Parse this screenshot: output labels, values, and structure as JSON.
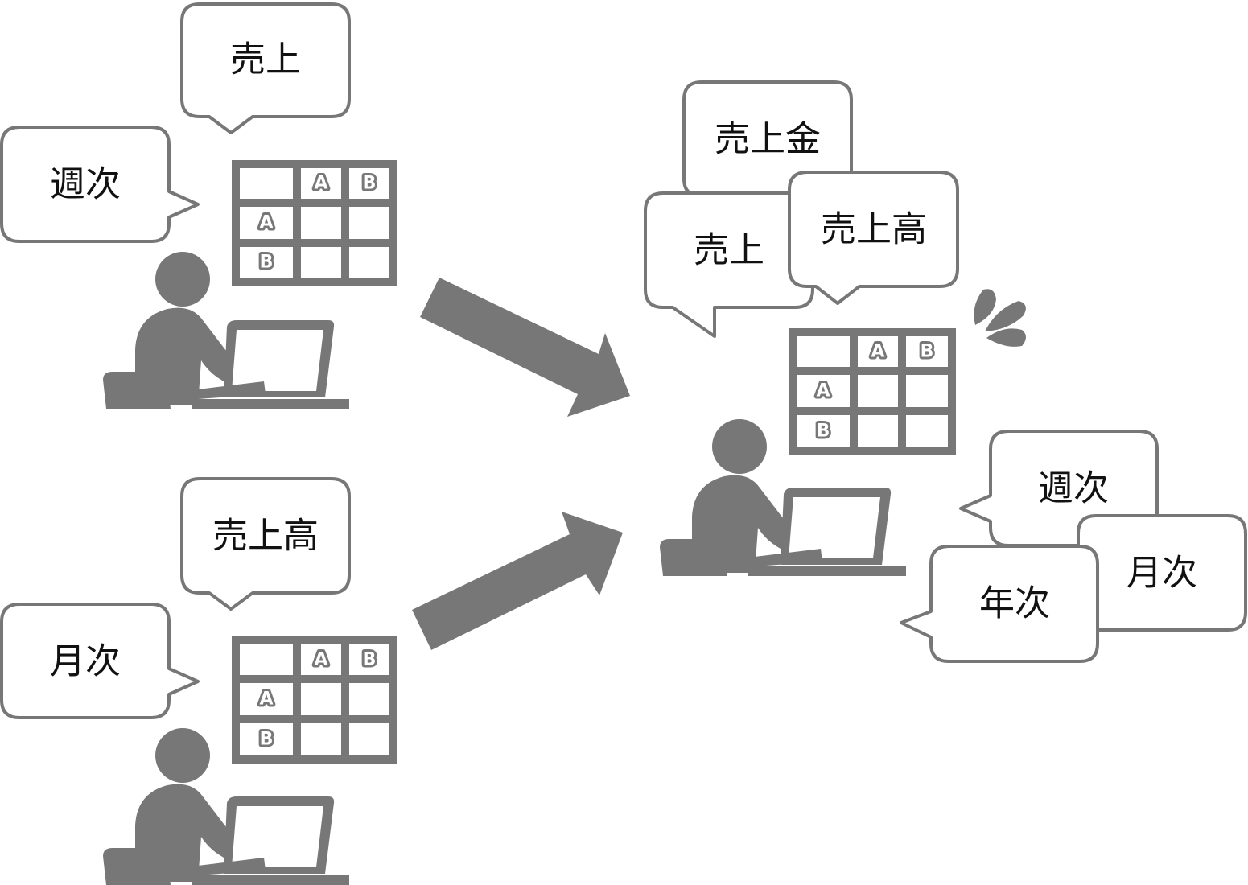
{
  "colors": {
    "icon": "#777777",
    "bubble_border": "#777777",
    "text": "#111111",
    "background": "#ffffff"
  },
  "left_top_person": {
    "bubbles": {
      "sales": "売上",
      "weekly": "週次"
    },
    "table": {
      "col_headers": [
        "A",
        "B"
      ],
      "row_headers": [
        "A",
        "B"
      ]
    }
  },
  "left_bottom_person": {
    "bubbles": {
      "sales_amount": "売上高",
      "monthly": "月次"
    },
    "table": {
      "col_headers": [
        "A",
        "B"
      ],
      "row_headers": [
        "A",
        "B"
      ]
    }
  },
  "right_person": {
    "top_bubbles": {
      "sales_money": "売上金",
      "sales": "売上",
      "sales_amount": "売上高"
    },
    "bottom_bubbles": {
      "weekly": "週次",
      "monthly": "月次",
      "yearly": "年次"
    },
    "table": {
      "col_headers": [
        "A",
        "B"
      ],
      "row_headers": [
        "A",
        "B"
      ]
    },
    "sweat_icon": "sweat-drops-icon"
  },
  "arrows": [
    "arrow-right-down-icon",
    "arrow-right-up-icon"
  ]
}
